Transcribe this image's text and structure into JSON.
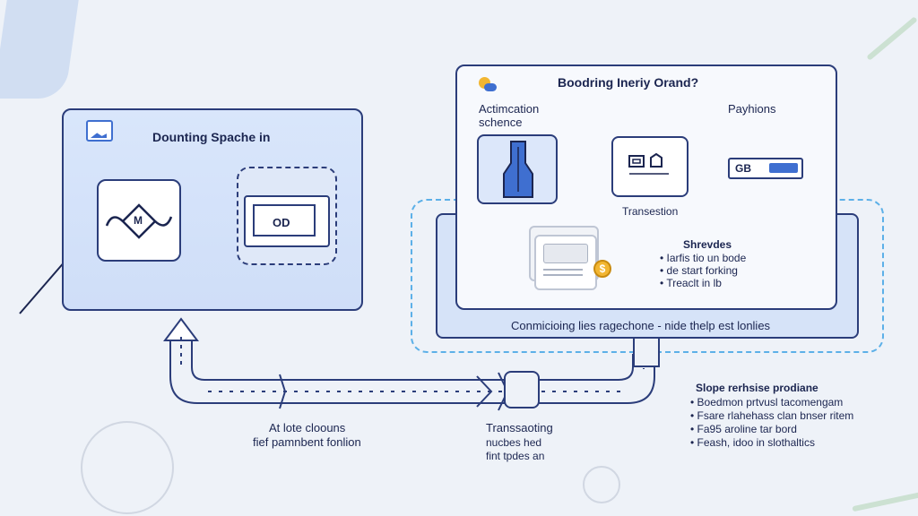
{
  "left_panel": {
    "title": "Dounting Spache in",
    "m_symbol": "M",
    "od_label": "OD"
  },
  "right_panel": {
    "title": "Boodring Ineriy Orand?",
    "activation_line1": "Actimcation",
    "activation_line2": "schence",
    "payhions": "Payhions",
    "transaction_box_label": "Transestion",
    "gb_label": "GB",
    "shrevdes": {
      "heading": "Shrevdes",
      "items": [
        "Iarfis tio un bode",
        "de start forking",
        "Treaclt in lb"
      ]
    },
    "footer": "Conmicioing lies ragechone - nide thelp est lonlies"
  },
  "bottom_left_caption": {
    "line1": "At lote cloouns",
    "line2": "fief pamnbent fonlion"
  },
  "bottom_mid_caption": {
    "heading": "Transsaoting",
    "line1": "nucbes hed",
    "line2": "fint tpdes an"
  },
  "bottom_right": {
    "heading": "Slope rerhsise prodiane",
    "items": [
      "Boedmon prtvusl tacomengam",
      "Fsare rlahehass clan bnser ritem",
      "Fa95 aroline tar bord",
      "Feash, idoo in slothaltics"
    ]
  },
  "colors": {
    "navy": "#2b3d7a",
    "panel_blue": "#d6e3f8",
    "accent_blue": "#3f6fd0",
    "dashed_blue": "#5cb0e8",
    "coin": "#f2b632"
  }
}
